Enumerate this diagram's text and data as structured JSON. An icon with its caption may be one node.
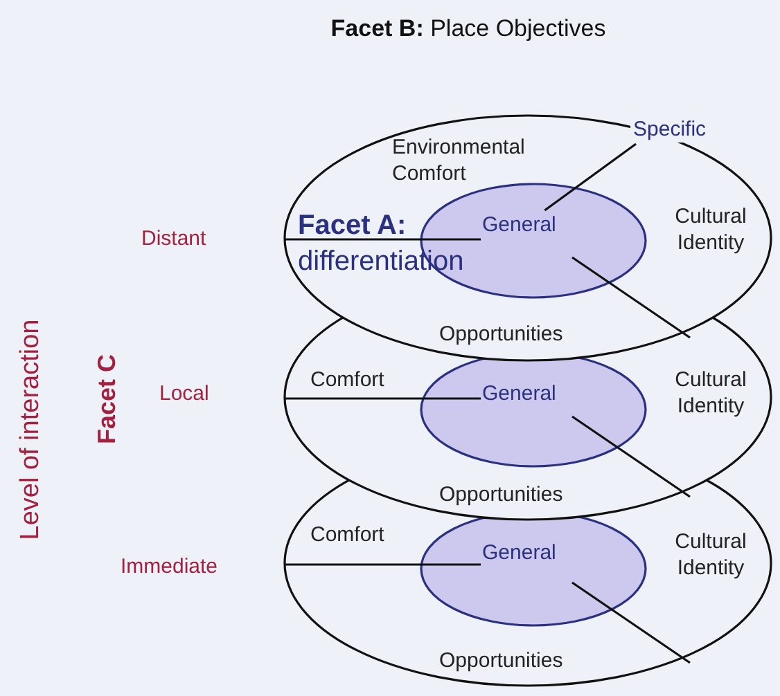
{
  "diagram": {
    "title": "**Facet B:** Place Objectives",
    "nodes": [
      {
        "text": [
          "Environmental Comfort",
          "Cultural Identity",
          "Opportunities"
        ]
      },
      {
        "text": [
          "General"
        ],
        "in": 0
      },
      {
        "text": [
          "Comfort",
          "Cultural Identity",
          "Opportunities"
        ]
      },
      {
        "text": [
          "General"
        ],
        "in": 2
      },
      {
        "text": [
          "Comfort",
          "Cultural Identity",
          "Opportunities"
        ]
      },
      {
        "text": [
          "General"
        ],
        "in": 4
      },
      {
        "text": [
          "Specific"
        ]
      }
    ],
    "edges": [
      {
        "from": 6,
        "to": 1,
        "arrow": "none"
      }
    ],
    "labels": [
      "**Facet A:** differentiation",
      "Distant",
      "Local",
      "Immediate",
      "Level of interaction",
      "Facet C"
    ]
  }
}
